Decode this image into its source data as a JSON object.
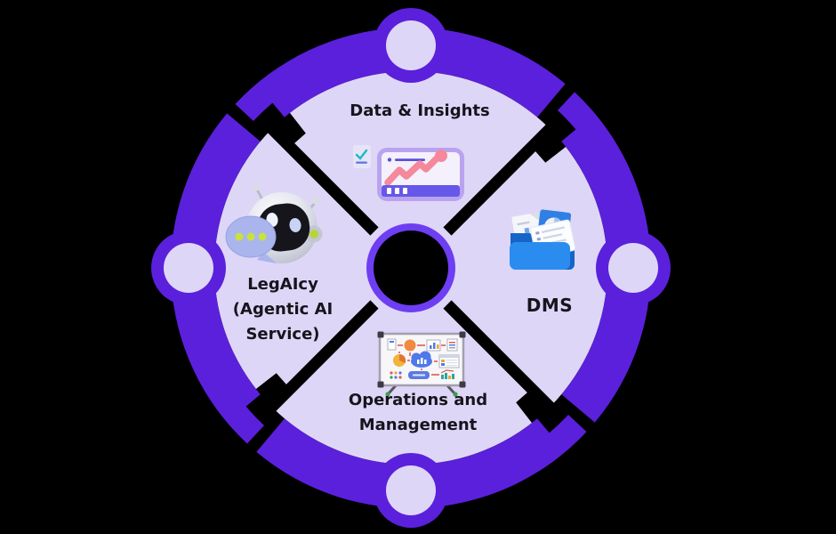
{
  "diagram": {
    "type": "circular-quadrant-infographic",
    "background": "#000000",
    "colors": {
      "ring": "#5b20dc",
      "hub_ring": "#6e3ef2",
      "light": "#ded6f7",
      "text": "#17141c",
      "arrow_pink": "#f5889b",
      "folder_blue": "#1f7ce0",
      "bubble_periwinkle": "#a9b5ec",
      "dot_lime": "#c9e13c"
    },
    "quadrants": [
      {
        "position": "top",
        "label": "Data & Insights",
        "lines": [
          "Data & Insights"
        ],
        "icon": "analytics-dashboard-icon"
      },
      {
        "position": "right",
        "label": "DMS",
        "lines": [
          "DMS"
        ],
        "icon": "document-folder-icon"
      },
      {
        "position": "bottom",
        "label": "Operations and Management",
        "lines": [
          "Operations and",
          "Management"
        ],
        "icon": "whiteboard-flowchart-icon"
      },
      {
        "position": "left",
        "label": "LegAIcy (Agentic AI Service)",
        "lines": [
          "LegAIcy",
          "(Agentic AI",
          "Service)"
        ],
        "icon": "robot-assistant-icon"
      }
    ]
  }
}
